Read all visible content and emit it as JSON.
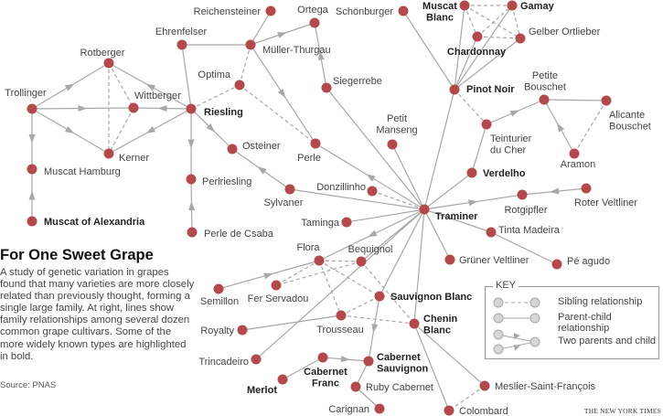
{
  "title": "For One Sweet Grape",
  "description": "A study of genetic variation in grapes found that many varieties are more closely related than previously thought, forming a single large family. At right, lines show family relationships among several dozen common grape cultivars. Some of the more widely known types are highlighted in bold.",
  "source": "Source: PNAS",
  "credit": "THE NEW YORK TIMES",
  "colors": {
    "node": "#b5484a",
    "line": "#a8a8a8",
    "text": "#444444"
  },
  "key": {
    "title": "KEY",
    "sibling": "Sibling relationship",
    "parent_child": "Parent-child relationship",
    "two_parents": "Two parents and child"
  },
  "nodes": [
    {
      "id": "reichensteiner",
      "label": [
        "Reichensteiner"
      ],
      "bold": false
    },
    {
      "id": "ortega",
      "label": [
        "Ortega"
      ],
      "bold": false
    },
    {
      "id": "ehrenfelser",
      "label": [
        "Ehrenfelser"
      ],
      "bold": false
    },
    {
      "id": "muller",
      "label": [
        "Müller-Thurgau"
      ],
      "bold": false
    },
    {
      "id": "rotberger",
      "label": [
        "Rotberger"
      ],
      "bold": false
    },
    {
      "id": "optima",
      "label": [
        "Optima"
      ],
      "bold": false
    },
    {
      "id": "trollinger",
      "label": [
        "Trollinger"
      ],
      "bold": false
    },
    {
      "id": "wittberger",
      "label": [
        "Wittberger"
      ],
      "bold": false
    },
    {
      "id": "riesling",
      "label": [
        "Riesling"
      ],
      "bold": true
    },
    {
      "id": "kerner",
      "label": [
        "Kerner"
      ],
      "bold": false
    },
    {
      "id": "muscathamburg",
      "label": [
        "Muscat Hamburg"
      ],
      "bold": false
    },
    {
      "id": "osteiner",
      "label": [
        "Osteiner"
      ],
      "bold": false
    },
    {
      "id": "perle",
      "label": [
        "Perle"
      ],
      "bold": false
    },
    {
      "id": "perlriesling",
      "label": [
        "Perlriesling"
      ],
      "bold": false
    },
    {
      "id": "sylvaner",
      "label": [
        "Sylvaner"
      ],
      "bold": false
    },
    {
      "id": "muscatalex",
      "label": [
        "Muscat of Alexandria"
      ],
      "bold": true
    },
    {
      "id": "perlecsaba",
      "label": [
        "Perle de Csaba"
      ],
      "bold": false
    },
    {
      "id": "siegerrebe",
      "label": [
        "Siegerrebe"
      ],
      "bold": false
    },
    {
      "id": "schonburger",
      "label": [
        "Schönburger"
      ],
      "bold": false
    },
    {
      "id": "muscatblanc",
      "label": [
        "Muscat",
        "Blanc"
      ],
      "bold": true
    },
    {
      "id": "gamay",
      "label": [
        "Gamay"
      ],
      "bold": true
    },
    {
      "id": "chardonnay",
      "label": [
        "Chardonnay"
      ],
      "bold": true
    },
    {
      "id": "gelber",
      "label": [
        "Gelber Ortlieber"
      ],
      "bold": false
    },
    {
      "id": "pinotnoir",
      "label": [
        "Pinot Noir"
      ],
      "bold": true
    },
    {
      "id": "petitebouschet",
      "label": [
        "Petite",
        "Bouschet"
      ],
      "bold": false
    },
    {
      "id": "alicante",
      "label": [
        "Alicante",
        "Bouschet"
      ],
      "bold": false
    },
    {
      "id": "teinturier",
      "label": [
        "Teinturier",
        "du Cher"
      ],
      "bold": false
    },
    {
      "id": "aramon",
      "label": [
        "Aramon"
      ],
      "bold": false
    },
    {
      "id": "petitmanseng",
      "label": [
        "Petit",
        "Manseng"
      ],
      "bold": false
    },
    {
      "id": "verdelho",
      "label": [
        "Verdelho"
      ],
      "bold": true
    },
    {
      "id": "donzillinho",
      "label": [
        "Donzillinho"
      ],
      "bold": false
    },
    {
      "id": "traminer",
      "label": [
        "Traminer"
      ],
      "bold": true
    },
    {
      "id": "rotgipfler",
      "label": [
        "Rotgipfler"
      ],
      "bold": false
    },
    {
      "id": "roterveltliner",
      "label": [
        "Roter Veltliner"
      ],
      "bold": false
    },
    {
      "id": "taminga",
      "label": [
        "Taminga"
      ],
      "bold": false
    },
    {
      "id": "tintamadeira",
      "label": [
        "Tinta Madeira"
      ],
      "bold": false
    },
    {
      "id": "gruner",
      "label": [
        "Grüner Veltliner"
      ],
      "bold": false
    },
    {
      "id": "peagudo",
      "label": [
        "Pé agudo"
      ],
      "bold": false
    },
    {
      "id": "flora",
      "label": [
        "Flora"
      ],
      "bold": false
    },
    {
      "id": "bequignol",
      "label": [
        "Bequignol"
      ],
      "bold": false
    },
    {
      "id": "semillon",
      "label": [
        "Semillon"
      ],
      "bold": false
    },
    {
      "id": "ferservadou",
      "label": [
        "Fer Servadou"
      ],
      "bold": false
    },
    {
      "id": "sauvblanc",
      "label": [
        "Sauvignon Blanc"
      ],
      "bold": true
    },
    {
      "id": "trousseau",
      "label": [
        "Trousseau"
      ],
      "bold": false
    },
    {
      "id": "chenin",
      "label": [
        "Chenin",
        "Blanc"
      ],
      "bold": true
    },
    {
      "id": "royalty",
      "label": [
        "Royalty"
      ],
      "bold": false
    },
    {
      "id": "trincadeiro",
      "label": [
        "Trincadeiro"
      ],
      "bold": false
    },
    {
      "id": "cabfranc",
      "label": [
        "Cabernet",
        "Franc"
      ],
      "bold": true
    },
    {
      "id": "cabsauv",
      "label": [
        "Cabernet",
        "Sauvignon"
      ],
      "bold": true
    },
    {
      "id": "merlot",
      "label": [
        "Merlot"
      ],
      "bold": true
    },
    {
      "id": "rubycab",
      "label": [
        "Ruby Cabernet"
      ],
      "bold": false
    },
    {
      "id": "carignan",
      "label": [
        "Carignan"
      ],
      "bold": false
    },
    {
      "id": "meslier",
      "label": [
        "Meslier-Saint-François"
      ],
      "bold": false
    },
    {
      "id": "colombard",
      "label": [
        "Colombard"
      ],
      "bold": false
    }
  ],
  "edges": [
    {
      "from": "trollinger",
      "to": "rotberger",
      "type": "parent"
    },
    {
      "from": "trollinger",
      "to": "wittberger",
      "type": "parent"
    },
    {
      "from": "trollinger",
      "to": "kerner",
      "type": "parent"
    },
    {
      "from": "trollinger",
      "to": "muscathamburg",
      "type": "parent"
    },
    {
      "from": "muscatalex",
      "to": "muscathamburg",
      "type": "parent"
    },
    {
      "from": "riesling",
      "to": "rotberger",
      "type": "parent"
    },
    {
      "from": "riesling",
      "to": "wittberger",
      "type": "parent"
    },
    {
      "from": "riesling",
      "to": "kerner",
      "type": "parent"
    },
    {
      "from": "rotberger",
      "to": "kerner",
      "type": "sibling"
    },
    {
      "from": "rotberger",
      "to": "wittberger",
      "type": "sibling"
    },
    {
      "from": "wittberger",
      "to": "kerner",
      "type": "sibling"
    },
    {
      "from": "riesling",
      "to": "perlriesling",
      "type": "parent"
    },
    {
      "from": "perlecsaba",
      "to": "perlriesling",
      "type": "parent"
    },
    {
      "from": "riesling",
      "to": "osteiner",
      "type": "parent"
    },
    {
      "from": "sylvaner",
      "to": "osteiner",
      "type": "parent"
    },
    {
      "from": "riesling",
      "to": "ehrenfelser",
      "type": "line"
    },
    {
      "from": "ehrenfelser",
      "to": "muller",
      "type": "line"
    },
    {
      "from": "muller",
      "to": "reichensteiner",
      "type": "line"
    },
    {
      "from": "muller",
      "to": "ortega",
      "type": "parent"
    },
    {
      "from": "siegerrebe",
      "to": "ortega",
      "type": "parent"
    },
    {
      "from": "muller",
      "to": "perle",
      "type": "parent"
    },
    {
      "from": "traminer",
      "to": "perle",
      "type": "parent"
    },
    {
      "from": "riesling",
      "to": "optima",
      "type": "sibling"
    },
    {
      "from": "optima",
      "to": "muller",
      "type": "sibling"
    },
    {
      "from": "optima",
      "to": "perle",
      "type": "sibling"
    },
    {
      "from": "sylvaner",
      "to": "traminer",
      "type": "line"
    },
    {
      "from": "siegerrebe",
      "to": "traminer",
      "type": "line"
    },
    {
      "from": "donzillinho",
      "to": "traminer",
      "type": "sibling"
    },
    {
      "from": "petitmanseng",
      "to": "traminer",
      "type": "line"
    },
    {
      "from": "pinotnoir",
      "to": "traminer",
      "type": "line"
    },
    {
      "from": "pinotnoir",
      "to": "schonburger",
      "type": "line"
    },
    {
      "from": "pinotnoir",
      "to": "muscatblanc",
      "type": "line"
    },
    {
      "from": "pinotnoir",
      "to": "gamay",
      "type": "line"
    },
    {
      "from": "pinotnoir",
      "to": "chardonnay",
      "type": "line"
    },
    {
      "from": "pinotnoir",
      "to": "gelber",
      "type": "line"
    },
    {
      "from": "muscatblanc",
      "to": "gamay",
      "type": "sibling"
    },
    {
      "from": "muscatblanc",
      "to": "chardonnay",
      "type": "sibling"
    },
    {
      "from": "muscatblanc",
      "to": "gelber",
      "type": "sibling"
    },
    {
      "from": "chardonnay",
      "to": "gamay",
      "type": "sibling"
    },
    {
      "from": "chardonnay",
      "to": "gelber",
      "type": "sibling"
    },
    {
      "from": "gamay",
      "to": "gelber",
      "type": "sibling"
    },
    {
      "from": "pinotnoir",
      "to": "teinturier",
      "type": "sibling"
    },
    {
      "from": "teinturier",
      "to": "petitebouschet",
      "type": "parent"
    },
    {
      "from": "aramon",
      "to": "petitebouschet",
      "type": "parent"
    },
    {
      "from": "petitebouschet",
      "to": "alicante",
      "type": "line"
    },
    {
      "from": "alicante",
      "to": "aramon",
      "type": "sibling"
    },
    {
      "from": "teinturier",
      "to": "verdelho",
      "type": "line"
    },
    {
      "from": "verdelho",
      "to": "traminer",
      "type": "line"
    },
    {
      "from": "traminer",
      "to": "rotgipfler",
      "type": "parent"
    },
    {
      "from": "roterveltliner",
      "to": "rotgipfler",
      "type": "parent"
    },
    {
      "from": "traminer",
      "to": "tintamadeira",
      "type": "line"
    },
    {
      "from": "tintamadeira",
      "to": "peagudo",
      "type": "line"
    },
    {
      "from": "traminer",
      "to": "gruner",
      "type": "line"
    },
    {
      "from": "traminer",
      "to": "taminga",
      "type": "line"
    },
    {
      "from": "traminer",
      "to": "flora",
      "type": "parent"
    },
    {
      "from": "semillon",
      "to": "flora",
      "type": "parent"
    },
    {
      "from": "traminer",
      "to": "trincadeiro",
      "type": "line"
    },
    {
      "from": "traminer",
      "to": "sauvblanc",
      "type": "line"
    },
    {
      "from": "traminer",
      "to": "chenin",
      "type": "line"
    },
    {
      "from": "traminer",
      "to": "bequignol",
      "type": "line"
    },
    {
      "from": "trousseau",
      "to": "royalty",
      "type": "line"
    },
    {
      "from": "flora",
      "to": "bequignol",
      "type": "sibling"
    },
    {
      "from": "flora",
      "to": "ferservadou",
      "type": "sibling"
    },
    {
      "from": "bequignol",
      "to": "ferservadou",
      "type": "sibling"
    },
    {
      "from": "flora",
      "to": "trousseau",
      "type": "sibling"
    },
    {
      "from": "flora",
      "to": "sauvblanc",
      "type": "sibling"
    },
    {
      "from": "bequignol",
      "to": "chenin",
      "type": "sibling"
    },
    {
      "from": "trousseau",
      "to": "sauvblanc",
      "type": "sibling"
    },
    {
      "from": "trousseau",
      "to": "chenin",
      "type": "sibling"
    },
    {
      "from": "sauvblanc",
      "to": "cabsauv",
      "type": "parent"
    },
    {
      "from": "cabfranc",
      "to": "cabsauv",
      "type": "parent"
    },
    {
      "from": "merlot",
      "to": "cabfranc",
      "type": "line"
    },
    {
      "from": "cabsauv",
      "to": "rubycab",
      "type": "line"
    },
    {
      "from": "rubycab",
      "to": "carignan",
      "type": "line"
    },
    {
      "from": "chenin",
      "to": "colombard",
      "type": "line"
    },
    {
      "from": "chenin",
      "to": "meslier",
      "type": "line"
    },
    {
      "from": "meslier",
      "to": "colombard",
      "type": "sibling"
    }
  ]
}
